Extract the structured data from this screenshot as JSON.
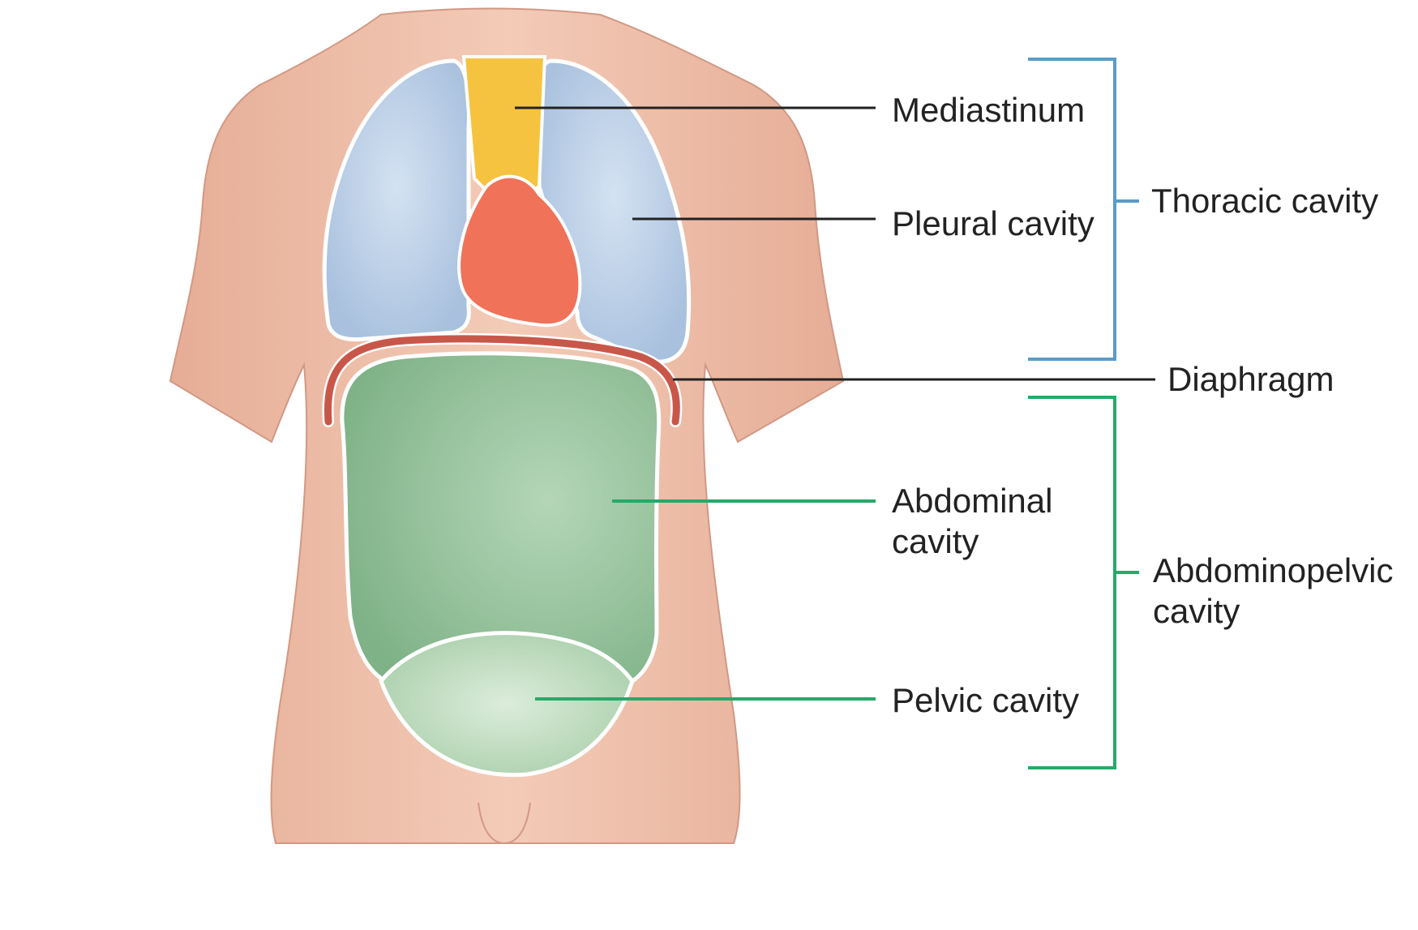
{
  "labels": {
    "mediastinum": "Mediastinum",
    "pleural_cavity": "Pleural cavity",
    "thoracic_cavity": "Thoracic cavity",
    "diaphragm": "Diaphragm",
    "abdominal_cavity_line1": "Abdominal",
    "abdominal_cavity_line2": "cavity",
    "pelvic_cavity": "Pelvic cavity",
    "abdominopelvic_cavity_line1": "Abdominopelvic",
    "abdominopelvic_cavity_line2": "cavity"
  },
  "colors": {
    "skin": "#f0c0aa",
    "skin_outline": "#d29884",
    "lung": "#b8cde6",
    "mediastinum": "#f6c340",
    "heart": "#f07258",
    "diaphragm": "#c8574a",
    "abdominal": "#8fbf96",
    "pelvic": "#c4e0c6",
    "thoracic_bracket": "#5b9bc8",
    "abdominopelvic_bracket": "#27a96a",
    "leader_black": "#222222",
    "leader_green": "#27a96a"
  }
}
